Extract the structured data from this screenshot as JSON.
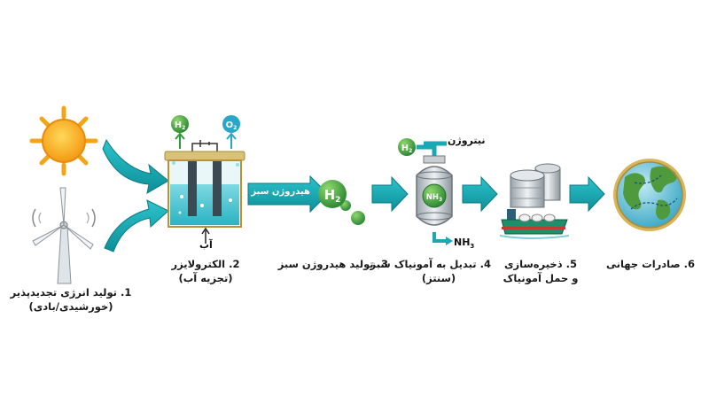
{
  "steps": {
    "s1": {
      "line1": "1. تولید انرژی تجدیدپذیر",
      "line2": "(خورشیدی/بادی)",
      "icons": [
        "sun-icon",
        "wind-turbine-icon"
      ]
    },
    "s2": {
      "line1": "2. الکترولایزر",
      "line2": "(تجزیه آب)",
      "water_label": "آب",
      "o2": "O2",
      "h2": "H2"
    },
    "s3": {
      "line1": "3. تولید هیدروژن سبز",
      "arrow_text": "هیدروژن سبز",
      "molecule": "H2"
    },
    "s4": {
      "line1": "4. تبدیل به آمونیاک سبز",
      "line2": "(سنتز)",
      "nitrogen_label": "نیتروژن",
      "h2": "H2",
      "nh3_inside": "NH3",
      "nh3_out": "NH3"
    },
    "s5": {
      "line1": "5. ذخیره‌سازی",
      "line2": "و حمل آمونیاک"
    },
    "s6": {
      "line1": "6. صادرات جهانی"
    }
  },
  "colors": {
    "arrow": "#1aa9b4",
    "arrow_dark": "#0d7f88",
    "green": "#3aa64a",
    "frame": "#c9a850"
  }
}
